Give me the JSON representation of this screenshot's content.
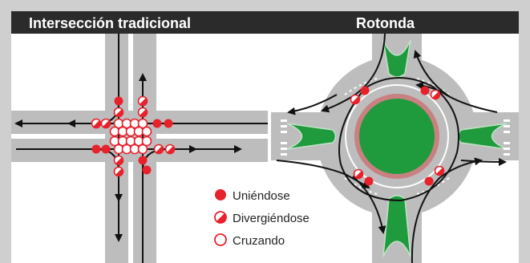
{
  "header": {
    "left_title": "Intersección tradicional",
    "right_title": "Rotonda"
  },
  "legend": {
    "items": [
      {
        "label": "Uniéndose",
        "kind": "merging"
      },
      {
        "label": "Divergiéndose",
        "kind": "diverging"
      },
      {
        "label": "Cruzando",
        "kind": "crossing"
      }
    ]
  },
  "colors": {
    "frame": "#cfcfcf",
    "header_bar": "#2b2b2b",
    "road": "#bdbdbd",
    "grass": "#1f9a3c",
    "central_ring": "#c98080",
    "conflict_red": "#e8212b",
    "arrow": "#111111"
  }
}
